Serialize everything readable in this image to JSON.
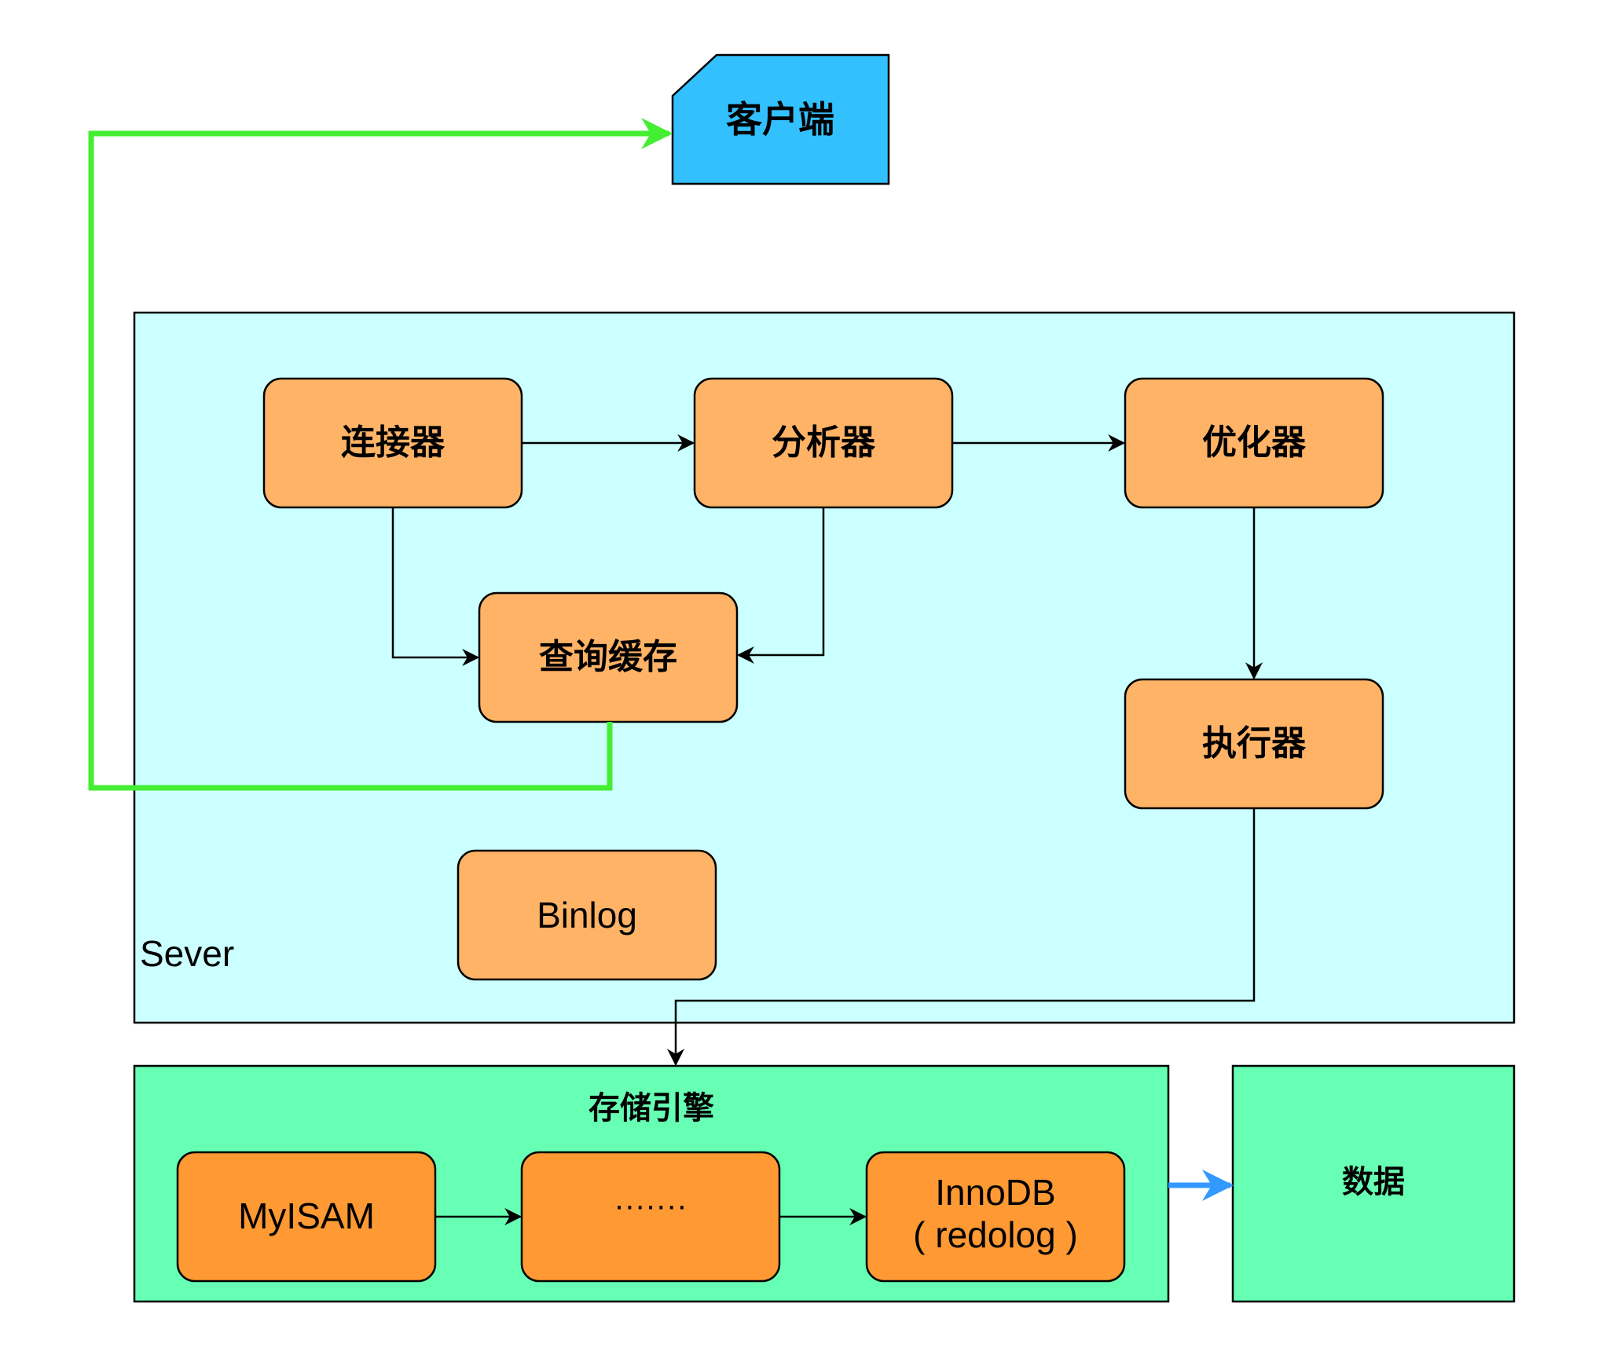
{
  "client": {
    "label": "客户端"
  },
  "server": {
    "label": "Sever",
    "connector": "连接器",
    "analyzer": "分析器",
    "optimizer": "优化器",
    "query_cache": "查询缓存",
    "executor": "执行器",
    "binlog": "Binlog"
  },
  "storage": {
    "label": "存储引擎",
    "myisam": "MyISAM",
    "ellipsis": "·······",
    "innodb_line1": "InnoDB",
    "innodb_line2": "( redolog )"
  },
  "data_box": {
    "label": "数据"
  },
  "colors": {
    "client_fill": "#33c0ff",
    "server_fill": "#ccffff",
    "node_fill": "#ffb366",
    "engine_fill": "#66ffb3",
    "engine_node_fill": "#ff9933",
    "return_path": "#44ee33",
    "engine_to_data_arrow": "#3399ff",
    "stroke": "#000000"
  }
}
